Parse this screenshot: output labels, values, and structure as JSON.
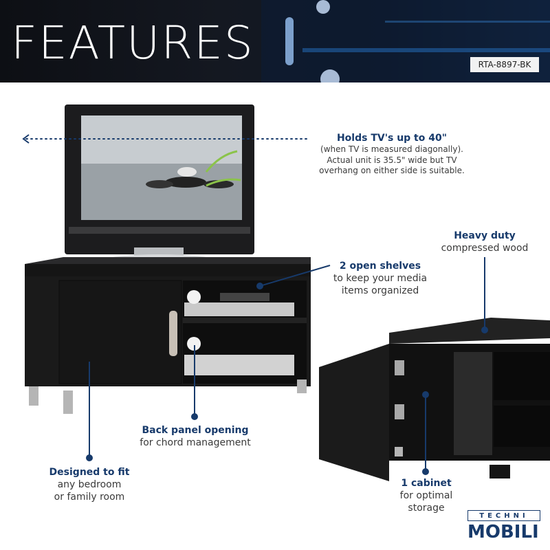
{
  "header": {
    "title": "FEATURES",
    "model": "RTA-8897-BK"
  },
  "callouts": {
    "tv": {
      "heading": "Holds TV's up to 40\"",
      "line1": "(when TV is measured diagonally).",
      "line2": "Actual unit is 35.5\" wide but TV",
      "line3": "overhang on either side is suitable."
    },
    "wood": {
      "heading": "Heavy duty",
      "line1": "compressed wood"
    },
    "shelves": {
      "heading": "2 open shelves",
      "line1": "to keep your media",
      "line2": "items organized"
    },
    "back_panel": {
      "heading": "Back panel opening",
      "line1": "for chord management"
    },
    "fit": {
      "heading": "Designed to fit",
      "line1": "any bedroom",
      "line2": "or family room"
    },
    "cabinet": {
      "heading": "1 cabinet",
      "line1": "for optimal",
      "line2": "storage"
    }
  },
  "brand": {
    "top": "TECHNI",
    "bottom": "MOBILI"
  },
  "colors": {
    "accent": "#173a6b",
    "text": "#3a3a3a",
    "header_bg": "#0f1420"
  }
}
